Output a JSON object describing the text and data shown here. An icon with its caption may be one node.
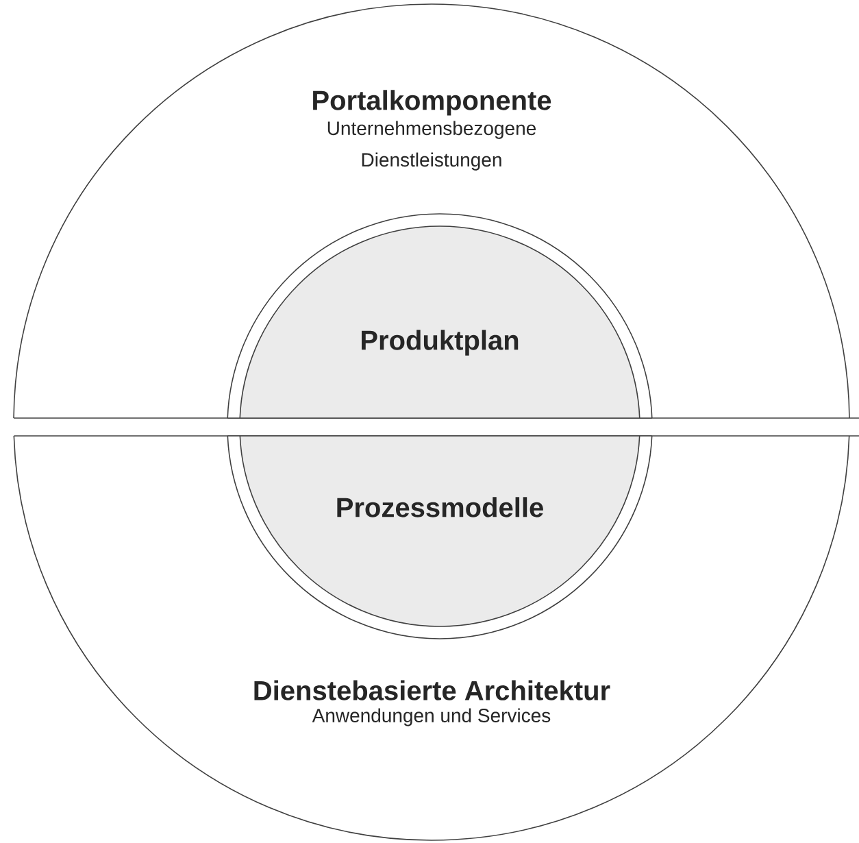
{
  "diagram": {
    "nodes": [
      {
        "text": [
          "Portalkomponente",
          "Unternehmensbezogene Dienstleistungen"
        ]
      },
      {
        "text": [
          "Dienstebasierte Architektur",
          "Anwendungen und Services"
        ]
      },
      {
        "text": [
          "Produktplan"
        ],
        "in": 0
      },
      {
        "text": [
          "Prozessmodelle"
        ],
        "in": 1
      }
    ]
  }
}
